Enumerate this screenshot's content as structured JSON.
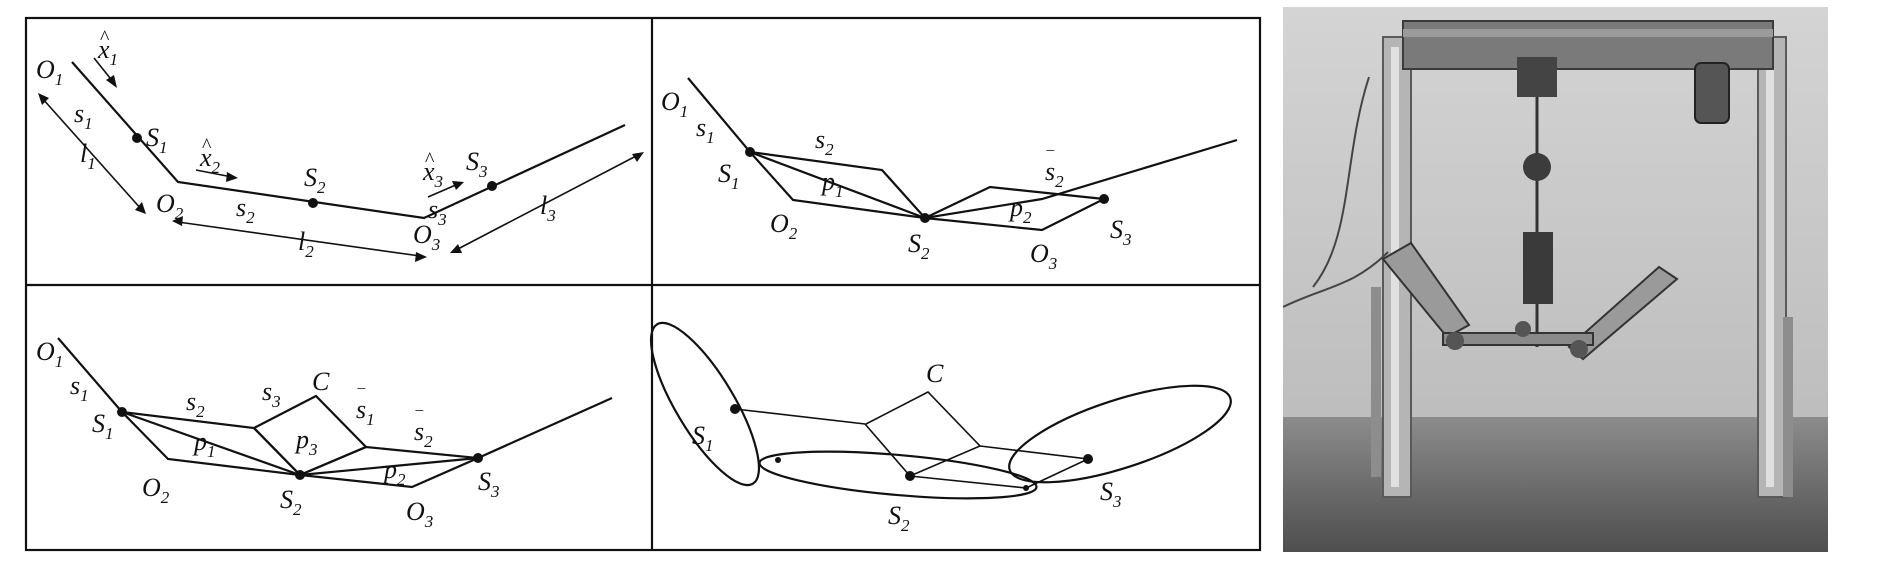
{
  "labels": {
    "O": "O",
    "S": "S",
    "s": "s",
    "l": "l",
    "p": "p",
    "x": "x",
    "C": "C",
    "hat": "^",
    "bar": "‾",
    "n1": "1",
    "n2": "2",
    "n3": "3"
  },
  "photo": {
    "description_icon": "test-rig-photo"
  },
  "colors": {
    "ink": "#111111",
    "photo_background": "#c8c8c8",
    "photo_floor": "#6e6e6e",
    "photo_metal": "#a9a9a9",
    "photo_beam": "#7a7a7a"
  }
}
